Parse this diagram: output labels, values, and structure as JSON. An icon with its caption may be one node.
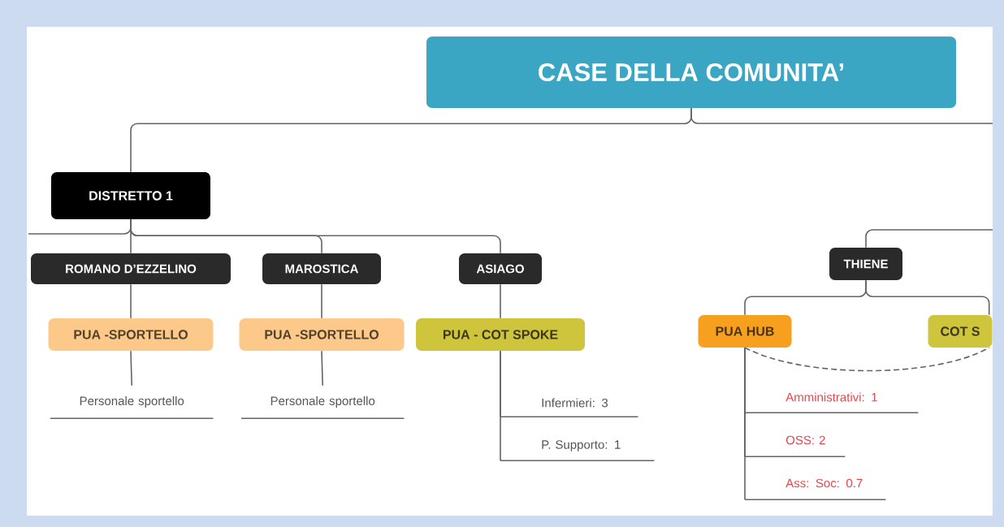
{
  "diagram": {
    "nodes": [
      {
        "text": [
          "CASE DELLA COMUNITA’"
        ]
      },
      {
        "text": [
          "DISTRETTO 1"
        ]
      },
      {
        "text": [
          "ROMANO D’EZZELINO"
        ]
      },
      {
        "text": [
          "MAROSTICA"
        ]
      },
      {
        "text": [
          "ASIAGO"
        ]
      },
      {
        "text": [
          "THIENE"
        ]
      },
      {
        "text": [
          "PUA -SPORTELLO"
        ]
      },
      {
        "text": [
          "PUA -SPORTELLO"
        ]
      },
      {
        "text": [
          "PUA - COT SPOKE"
        ]
      },
      {
        "text": [
          "PUA HUB"
        ]
      },
      {
        "text": [
          "COT S"
        ]
      },
      {
        "text": [
          "Personale sportello"
        ]
      },
      {
        "text": [
          "Personale sportello"
        ]
      },
      {
        "text": [
          "Infermieri: 3"
        ]
      },
      {
        "text": [
          "P. Supporto: 1"
        ]
      },
      {
        "text": [
          "Amministrativi: 1"
        ]
      },
      {
        "text": [
          "OSS: 2"
        ]
      },
      {
        "text": [
          "Ass: Soc: 0.7"
        ]
      }
    ],
    "edges": [
      {
        "from": 0,
        "to": 1,
        "arrow": "none"
      },
      {
        "from": 0,
        "to": null,
        "arrow": "none"
      },
      {
        "from": 1,
        "to": 2,
        "arrow": "none"
      },
      {
        "from": 1,
        "to": 3,
        "arrow": "none"
      },
      {
        "from": 1,
        "to": 4,
        "arrow": "none"
      },
      {
        "from": 1,
        "to": null,
        "arrow": "none"
      },
      {
        "from": 2,
        "to": 6,
        "arrow": "none"
      },
      {
        "from": 3,
        "to": 7,
        "arrow": "none"
      },
      {
        "from": 4,
        "to": 8,
        "arrow": "none"
      },
      {
        "from": 6,
        "to": 11,
        "arrow": "none"
      },
      {
        "from": 7,
        "to": 12,
        "arrow": "none"
      },
      {
        "from": 8,
        "to": 13,
        "arrow": "none"
      },
      {
        "from": 8,
        "to": 14,
        "arrow": "none"
      },
      {
        "from": null,
        "to": 5,
        "arrow": "none"
      },
      {
        "from": 5,
        "to": 9,
        "arrow": "none"
      },
      {
        "from": 5,
        "to": 10,
        "arrow": "none"
      },
      {
        "from": 9,
        "to": 15,
        "arrow": "none"
      },
      {
        "from": 9,
        "to": 16,
        "arrow": "none"
      },
      {
        "from": 9,
        "to": 17,
        "arrow": "none"
      },
      {
        "from": 9,
        "to": 10,
        "arrow": "none",
        "style": "dashed"
      }
    ]
  }
}
